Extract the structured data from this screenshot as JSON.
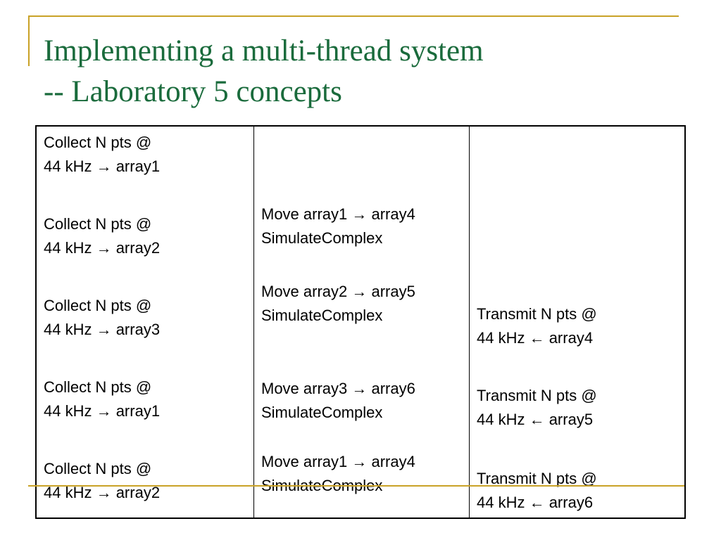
{
  "slide": {
    "title_line1": "Implementing a multi-thread system",
    "title_line2": "-- Laboratory 5 concepts"
  },
  "table": {
    "collect": [
      {
        "line1": "Collect N pts @",
        "line2": "44 kHz → array1"
      },
      {
        "line1": "Collect N pts @",
        "line2": "44 kHz → array2"
      },
      {
        "line1": "Collect N pts @",
        "line2": "44 kHz → array3"
      },
      {
        "line1": "Collect N pts @",
        "line2": "44 kHz → array1"
      },
      {
        "line1": "Collect N pts @",
        "line2": "44 kHz → array2"
      }
    ],
    "process": [
      {
        "line1": "Move array1 → array4",
        "line2": "SimulateComplex"
      },
      {
        "line1": "Move array2 → array5",
        "line2": "SimulateComplex"
      },
      {
        "line1": "Move array3 → array6",
        "line2": "SimulateComplex"
      },
      {
        "line1": "Move array1 → array4",
        "line2": "SimulateComplex"
      }
    ],
    "transmit": [
      {
        "line1": "Transmit N pts @",
        "line2": "44 kHz ← array4"
      },
      {
        "line1": "Transmit N pts @",
        "line2": "44 kHz ← array5"
      },
      {
        "line1": "Transmit N pts @",
        "line2": "44 kHz ← array6"
      }
    ]
  }
}
